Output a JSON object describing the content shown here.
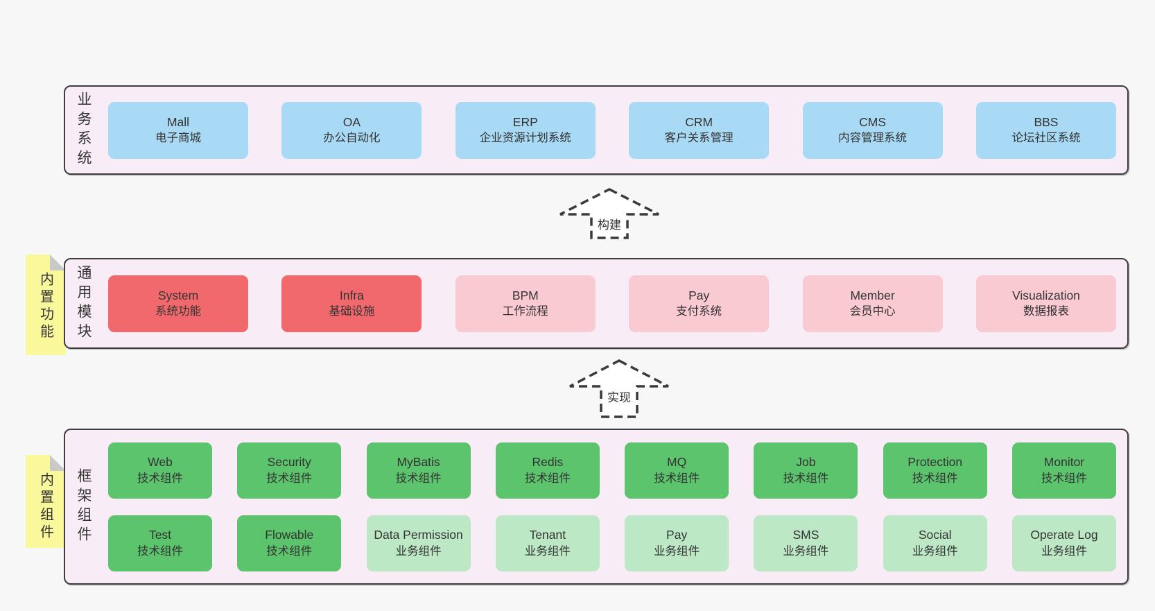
{
  "colors": {
    "page_bg": "#f7f7f7",
    "band_bg": "#f8edf6",
    "band_border": "#3d3d3d",
    "sticky_bg": "#f9f99c",
    "sticky_fold": "#c9c9c9",
    "blue": "#a9daf5",
    "red": "#f1696c",
    "pink": "#facad3",
    "green": "#5cc46d",
    "lightgreen": "#bde8c6",
    "text": "#333333"
  },
  "arrows": [
    {
      "label": "构建"
    },
    {
      "label": "实现"
    }
  ],
  "bands": [
    {
      "label": "业务系统",
      "note": "",
      "rows": [
        [
          {
            "en": "Mall",
            "zh": "电子商城",
            "type": "blue"
          },
          {
            "en": "OA",
            "zh": "办公自动化",
            "type": "blue"
          },
          {
            "en": "ERP",
            "zh": "企业资源计划系统",
            "type": "blue"
          },
          {
            "en": "CRM",
            "zh": "客户关系管理",
            "type": "blue"
          },
          {
            "en": "CMS",
            "zh": "内容管理系统",
            "type": "blue"
          },
          {
            "en": "BBS",
            "zh": "论坛社区系统",
            "type": "blue"
          }
        ]
      ]
    },
    {
      "label": "通用模块",
      "note": "内置功能",
      "rows": [
        [
          {
            "en": "System",
            "zh": "系统功能",
            "type": "red"
          },
          {
            "en": "Infra",
            "zh": "基础设施",
            "type": "red"
          },
          {
            "en": "BPM",
            "zh": "工作流程",
            "type": "pink"
          },
          {
            "en": "Pay",
            "zh": "支付系统",
            "type": "pink"
          },
          {
            "en": "Member",
            "zh": "会员中心",
            "type": "pink"
          },
          {
            "en": "Visualization",
            "zh": "数据报表",
            "type": "pink"
          }
        ]
      ]
    },
    {
      "label": "框架组件",
      "note": "内置组件",
      "rows": [
        [
          {
            "en": "Web",
            "zh": "技术组件",
            "type": "green"
          },
          {
            "en": "Security",
            "zh": "技术组件",
            "type": "green"
          },
          {
            "en": "MyBatis",
            "zh": "技术组件",
            "type": "green"
          },
          {
            "en": "Redis",
            "zh": "技术组件",
            "type": "green"
          },
          {
            "en": "MQ",
            "zh": "技术组件",
            "type": "green"
          },
          {
            "en": "Job",
            "zh": "技术组件",
            "type": "green"
          },
          {
            "en": "Protection",
            "zh": "技术组件",
            "type": "green"
          },
          {
            "en": "Monitor",
            "zh": "技术组件",
            "type": "green"
          }
        ],
        [
          {
            "en": "Test",
            "zh": "技术组件",
            "type": "green"
          },
          {
            "en": "Flowable",
            "zh": "技术组件",
            "type": "green"
          },
          {
            "en": "Data Permission",
            "zh": "业务组件",
            "type": "lightgreen"
          },
          {
            "en": "Tenant",
            "zh": "业务组件",
            "type": "lightgreen"
          },
          {
            "en": "Pay",
            "zh": "业务组件",
            "type": "lightgreen"
          },
          {
            "en": "SMS",
            "zh": "业务组件",
            "type": "lightgreen"
          },
          {
            "en": "Social",
            "zh": "业务组件",
            "type": "lightgreen"
          },
          {
            "en": "Operate Log",
            "zh": "业务组件",
            "type": "lightgreen"
          }
        ]
      ]
    }
  ]
}
